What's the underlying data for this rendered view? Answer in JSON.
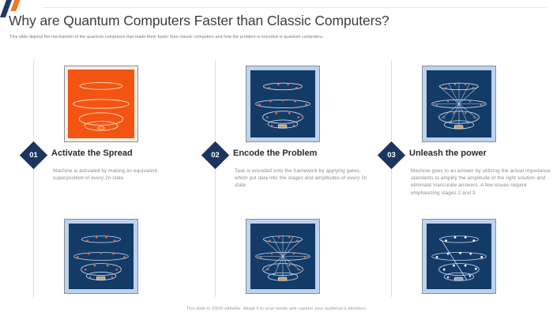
{
  "brand": {
    "logo_icon": "double-slash-logo",
    "navy": "#1f3864",
    "orange": "#ef7622"
  },
  "header": {
    "title": "Why are Quantum Computers Faster than Classic Computers?",
    "subtitle": "This slide depicts the mechanism of the quantum computers that made them faster than classic computers and how the problem is encoded in quantum computers."
  },
  "steps": [
    {
      "number": "01",
      "title": "Activate the Spread",
      "body": "Machine is activated by making an equivalent superposition of every 2n state",
      "top_visual": "orange-stacked-rings-diagram",
      "bottom_visual": "navy-stacked-rings-orange-nodes-diagram"
    },
    {
      "number": "02",
      "title": "Encode the Problem",
      "body": "Task is encoded onto the framework by applying gates, which put data into the stages and amplitudes of every 2n state",
      "top_visual": "navy-stacked-rings-orange-nodes-diagram",
      "bottom_visual": "navy-hourglass-spokes-diagram"
    },
    {
      "number": "03",
      "title": "Unleash the power",
      "body": "Machine goes to an answer by utilizing the actual impedance standards to amplify the amplitude of the right solution and eliminate inaccurate answers. A few issues require emphasizing stages 2 and 3",
      "top_visual": "navy-hourglass-spokes-diagram",
      "bottom_visual": "navy-rings-white-nodes-diagonal-diagram"
    }
  ],
  "footer": {
    "note": "This slide is 100% editable. Adapt it to your needs and capture your audience's attention."
  },
  "colors": {
    "image_orange": "#f45411",
    "image_navy": "#143a66",
    "image_frame_blue": "#bcd3ee",
    "image_frame_cream": "#f6efe4",
    "badge_navy": "#1c3560",
    "title_gray": "#3d3d3d",
    "body_gray": "#8a8a8a"
  }
}
